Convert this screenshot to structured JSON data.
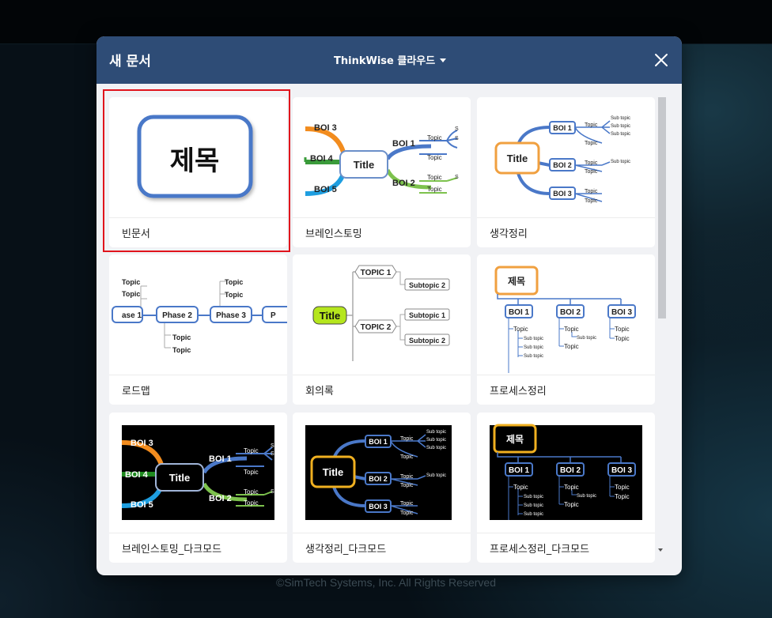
{
  "dialog": {
    "title": "새 문서",
    "cloud_label": "ThinkWise 클라우드",
    "close_icon": "close-icon"
  },
  "templates": [
    {
      "label": "빈문서",
      "thumb_text": "제목"
    },
    {
      "label": "브레인스토밍",
      "thumb_text": [
        "BOI 3",
        "BOI 4",
        "BOI 5",
        "BOI 1",
        "BOI 2",
        "Title",
        "Topic",
        "Topic",
        "Topic",
        "Topic",
        "S",
        "S",
        "S"
      ]
    },
    {
      "label": "생각정리",
      "thumb_text": [
        "Title",
        "BOI 1",
        "BOI 2",
        "BOI 3",
        "Topic",
        "Topic",
        "Topic",
        "Topic",
        "Topic",
        "Topic",
        "Sub topic",
        "Sub topic",
        "Sub topic",
        "Sub topic"
      ]
    },
    {
      "label": "로드맵",
      "thumb_text": [
        "ase 1",
        "Phase 2",
        "Phase 3",
        "P",
        "Topic",
        "Topic",
        "Topic",
        "Topic",
        "Topic",
        "Topic"
      ]
    },
    {
      "label": "회의록",
      "thumb_text": [
        "Title",
        "TOPIC 1",
        "TOPIC 2",
        "Subtopic 2",
        "Subtopic 1",
        "Subtopic 2"
      ]
    },
    {
      "label": "프로세스정리",
      "thumb_text": [
        "제목",
        "BOI 1",
        "BOI 2",
        "BOI 3",
        "Topic",
        "Topic",
        "Topic",
        "Topic",
        "Sub topic",
        "Sub topic",
        "Sub topic",
        "Sub topic"
      ]
    },
    {
      "label": "브레인스토밍_다크모드",
      "thumb_text": [
        "BOI 3",
        "BOI 4",
        "BOI 5",
        "BOI 1",
        "BOI 2",
        "Title",
        "Topic",
        "Topic",
        "Topic",
        "Topic",
        "S",
        "S",
        "S"
      ]
    },
    {
      "label": "생각정리_다크모드",
      "thumb_text": [
        "Title",
        "BOI 1",
        "BOI 2",
        "BOI 3",
        "Topic",
        "Topic",
        "Topic",
        "Topic",
        "Topic",
        "Topic",
        "Sub topic",
        "Sub topic",
        "Sub topic",
        "Sub topic"
      ]
    },
    {
      "label": "프로세스정리_다크모드",
      "thumb_text": [
        "제목",
        "BOI 1",
        "BOI 2",
        "BOI 3",
        "Topic",
        "Topic",
        "Topic",
        "Topic",
        "Sub topic",
        "Sub topic",
        "Sub topic",
        "Sub topic"
      ]
    }
  ],
  "footer": {
    "copyright": "©SimTech Systems, Inc. All Rights Reserved"
  },
  "colors": {
    "header_bg": "#2e4c76",
    "selected_border": "#e0141c",
    "accent_blue": "#4a78c8",
    "orange": "#f28c1e",
    "green": "#63b63a",
    "cyan": "#1e9ee0",
    "lime": "#b5e61d"
  }
}
